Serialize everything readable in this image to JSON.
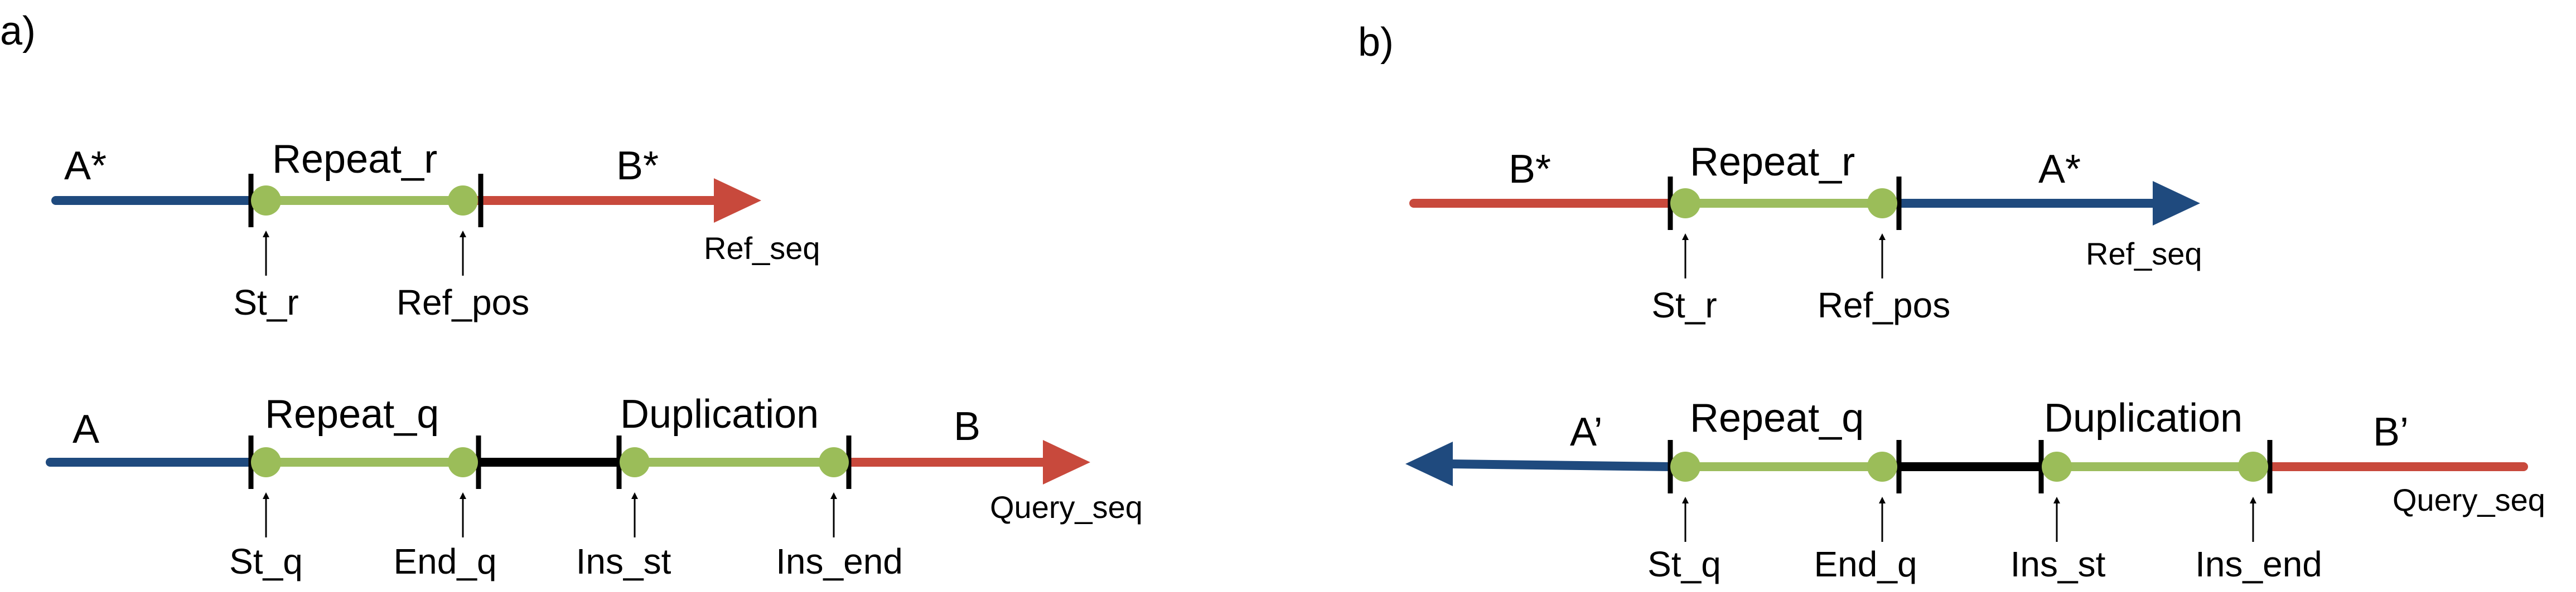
{
  "colors": {
    "blue": "#1f4a7e",
    "red": "#c8493c",
    "green_line": "#9cbd5e",
    "green_dot": "#9bbd59",
    "black": "#000000"
  },
  "panels": [
    {
      "label": "a)",
      "ref": {
        "left_label": "A*",
        "mid_label": "Repeat_r",
        "right_label": "B*",
        "seq_label": "Ref_seq",
        "marker_labels": [
          "St_r",
          "Ref_pos"
        ]
      },
      "query": {
        "left_label": "A",
        "mid_label": "Repeat_q",
        "dup_label": "Duplication",
        "right_label": "B",
        "seq_label": "Query_seq",
        "marker_labels": [
          "St_q",
          "End_q",
          "Ins_st",
          "Ins_end"
        ]
      }
    },
    {
      "label": "b)",
      "ref": {
        "left_label": "B*",
        "mid_label": "Repeat_r",
        "right_label": "A*",
        "seq_label": "Ref_seq",
        "marker_labels": [
          "St_r",
          "Ref_pos"
        ]
      },
      "query": {
        "left_label": "A’",
        "mid_label": "Repeat_q",
        "dup_label": "Duplication",
        "right_label": "B’",
        "seq_label": "Query_seq",
        "marker_labels": [
          "St_q",
          "End_q",
          "Ins_st",
          "Ins_end"
        ]
      }
    }
  ]
}
